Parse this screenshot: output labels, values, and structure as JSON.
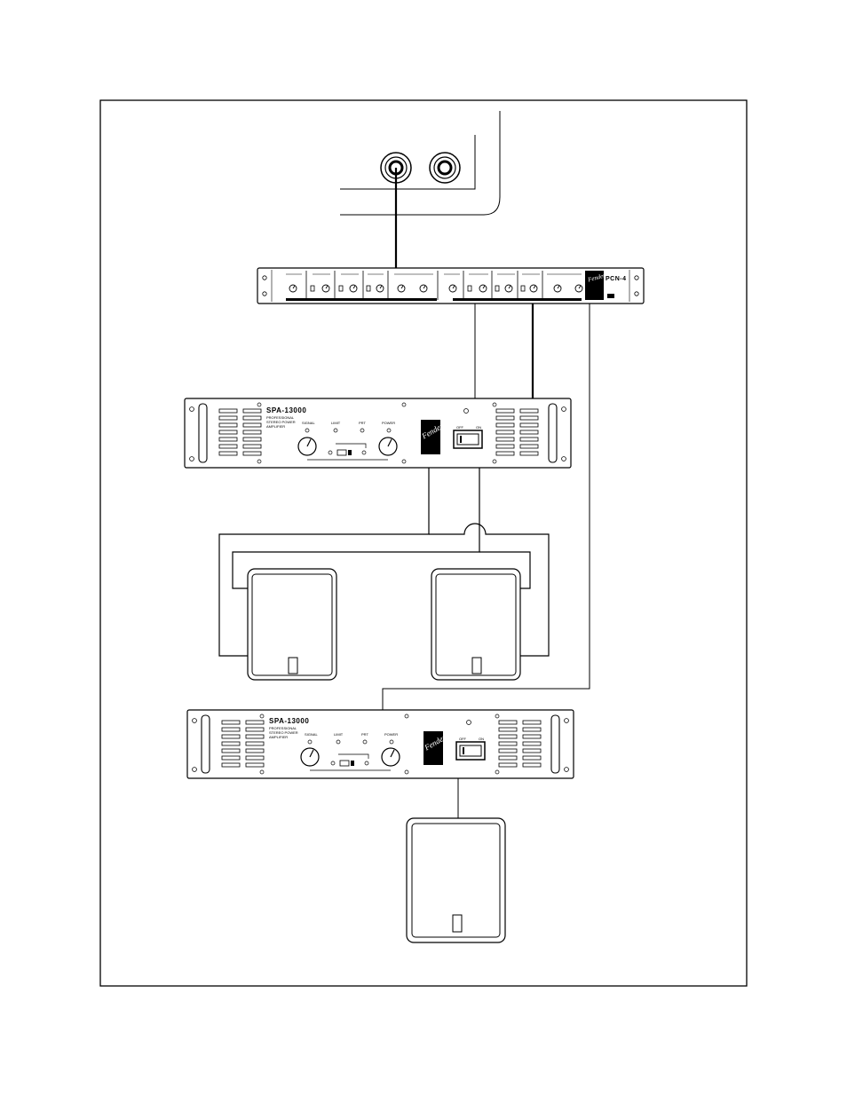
{
  "amplifier_top": {
    "model": "SPA-13000",
    "subtitle_lines": [
      "PROFESSIONAL",
      "STEREO POWER",
      "AMPLIFIER"
    ],
    "knob_labels": [
      "SIGNAL",
      "LIMIT",
      "PRT",
      "POWER"
    ],
    "switch_labels": [
      "OFF",
      "ON"
    ]
  },
  "amplifier_bottom": {
    "model": "SPA-13000",
    "subtitle_lines": [
      "PROFESSIONAL",
      "STEREO POWER",
      "AMPLIFIER"
    ],
    "knob_labels": [
      "SIGNAL",
      "LIMIT",
      "PRT",
      "POWER"
    ],
    "switch_labels": [
      "OFF",
      "ON"
    ]
  },
  "crossover": {
    "model": "PCN-4"
  },
  "logos": {
    "brand_script": "Fender"
  }
}
